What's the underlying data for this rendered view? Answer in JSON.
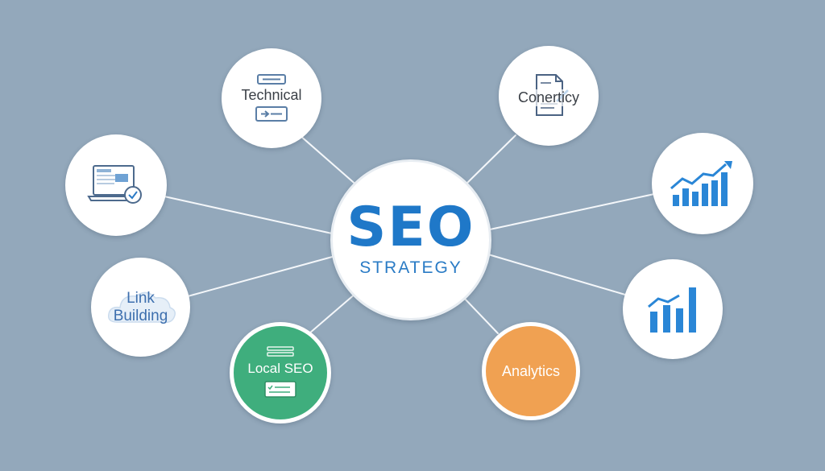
{
  "center": {
    "title": "SEO",
    "subtitle": "STRATEGY"
  },
  "nodes": {
    "technical": {
      "label": "Technical",
      "icon": "server-config-icon"
    },
    "content": {
      "label": "Conerticy",
      "icon": "document-edit-icon"
    },
    "audit": {
      "label": "",
      "icon": "laptop-audit-icon"
    },
    "growth": {
      "label": "",
      "icon": "rising-bar-chart-icon"
    },
    "link_building": {
      "line1": "Link",
      "line2": "Building",
      "icon": "cloud-icon"
    },
    "analytics_chart": {
      "label": "",
      "icon": "bar-chart-trend-icon"
    },
    "local_seo": {
      "label": "Local SEO",
      "icon": "listing-card-icon"
    },
    "analytics": {
      "label": "Analytics"
    }
  },
  "colors": {
    "background": "#93a8bb",
    "primary_blue": "#1f78c8",
    "local_green": "#3fae7d",
    "analytics_orange": "#f0a152"
  }
}
